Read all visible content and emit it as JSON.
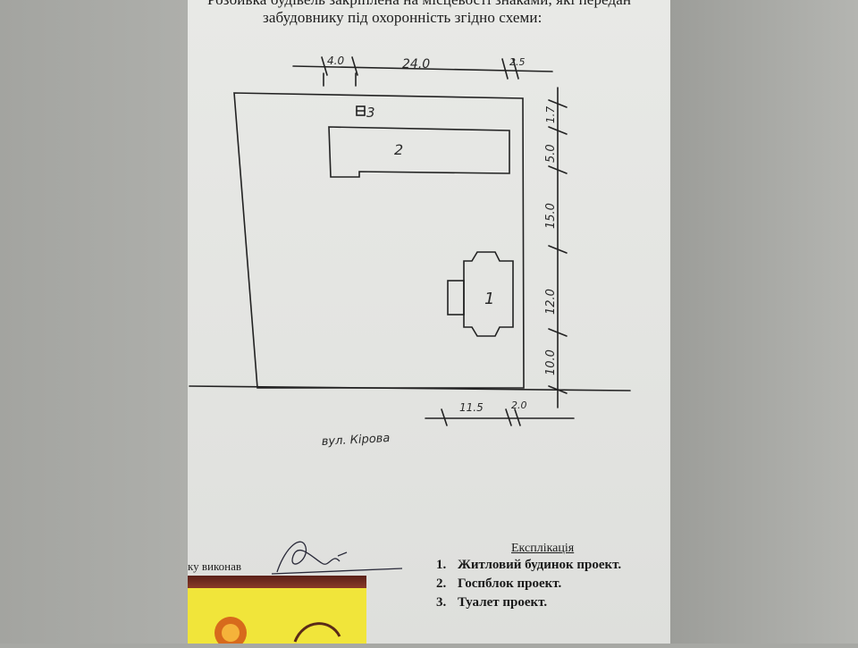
{
  "header": {
    "line1": "Розбивка будівель закріплена на місцевості знаками, які передан",
    "line2": "забудовнику під охоронність згідно схеми:"
  },
  "plan": {
    "building_labels": {
      "house": "1",
      "utility_block": "2",
      "toilet": "3"
    },
    "top_dimensions": [
      "4.0",
      "24.0",
      "2.5"
    ],
    "right_dimensions": [
      "1.7",
      "5.0",
      "15.0",
      "12.0",
      "10.0"
    ],
    "bottom_dimensions": [
      "11.5",
      "2.0"
    ],
    "street_label": "вул. Кірова"
  },
  "legend": {
    "title": "Експлікація",
    "items": [
      {
        "num": "1.",
        "text": "Житловий будинок проект."
      },
      {
        "num": "2.",
        "text": "Госпблок проект."
      },
      {
        "num": "3.",
        "text": "Туалет проект."
      }
    ]
  },
  "footer": {
    "executor_text": "ку виконав"
  },
  "colors": {
    "paper": "#e5e6e3",
    "ink": "#1f1f1f",
    "matchbox_yellow": "#f1e53a",
    "matchbox_brown": "#6d2b20"
  }
}
